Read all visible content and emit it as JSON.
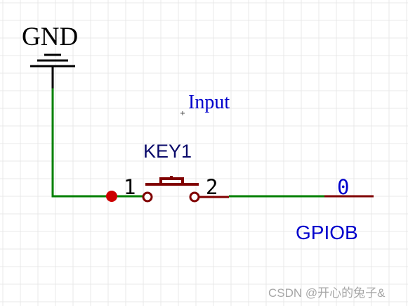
{
  "colors": {
    "grid": "#e9e9e9",
    "wire": "#008000",
    "component": "#800000",
    "junction": "#cc0000",
    "label_blue": "#0000cc",
    "text_black": "#000000",
    "watermark": "#a6a6a6"
  },
  "power": {
    "label": "GND",
    "icon": "ground-symbol"
  },
  "annotation": {
    "text": "Input"
  },
  "switch": {
    "designator": "KEY1",
    "pin1": "1",
    "pin2": "2",
    "icon": "pushbutton-switch-symbol"
  },
  "net": {
    "pin_number": "0",
    "name": "GPIOB"
  },
  "watermark": {
    "text": "CSDN @开心的兔子&"
  }
}
